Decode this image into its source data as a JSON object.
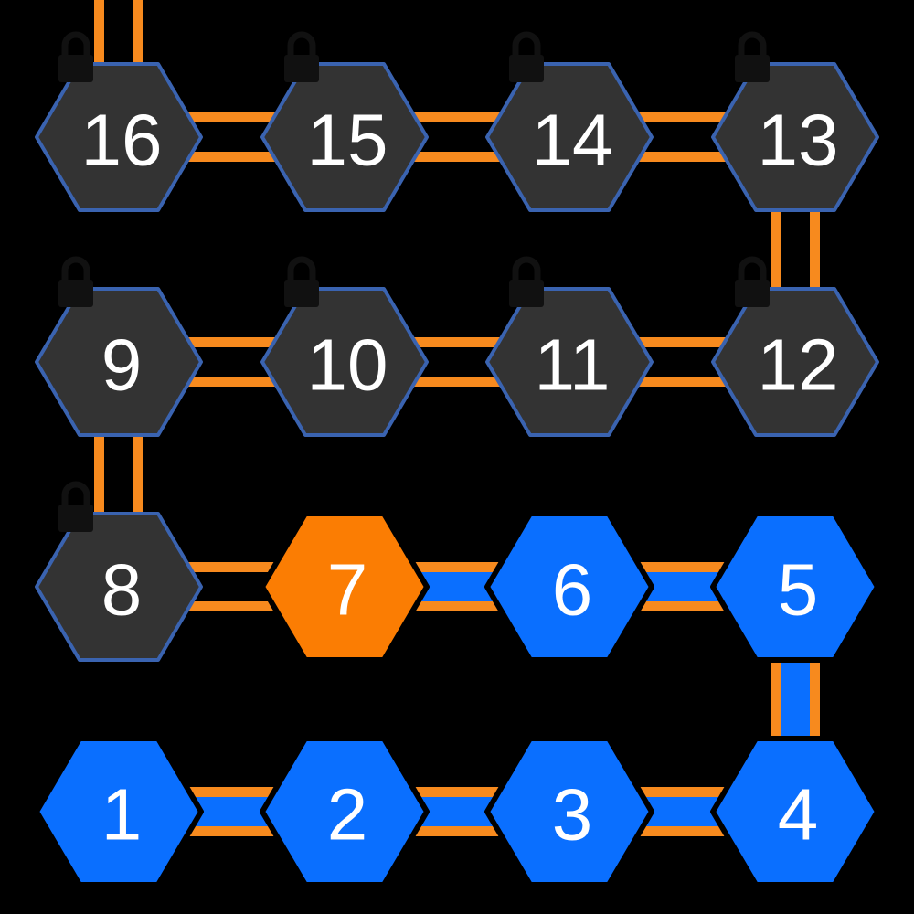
{
  "colors": {
    "background": "#000000",
    "connector_rail": "#f78a1e",
    "connector_fill_completed": "#0a6fff",
    "completed_fill": "#0a6fff",
    "current_fill": "#fb7d03",
    "locked_fill": "#333333",
    "locked_border": "#3a63b0",
    "label": "#ffffff",
    "lock_icon": "#111111"
  },
  "levels": [
    {
      "id": "level-1",
      "label": "1",
      "state": "completed"
    },
    {
      "id": "level-2",
      "label": "2",
      "state": "completed"
    },
    {
      "id": "level-3",
      "label": "3",
      "state": "completed"
    },
    {
      "id": "level-4",
      "label": "4",
      "state": "completed"
    },
    {
      "id": "level-5",
      "label": "5",
      "state": "completed"
    },
    {
      "id": "level-6",
      "label": "6",
      "state": "completed"
    },
    {
      "id": "level-7",
      "label": "7",
      "state": "current"
    },
    {
      "id": "level-8",
      "label": "8",
      "state": "locked",
      "icon": "padlock-icon"
    },
    {
      "id": "level-9",
      "label": "9",
      "state": "locked",
      "icon": "padlock-icon"
    },
    {
      "id": "level-10",
      "label": "10",
      "state": "locked",
      "icon": "padlock-icon"
    },
    {
      "id": "level-11",
      "label": "11",
      "state": "locked",
      "icon": "padlock-icon"
    },
    {
      "id": "level-12",
      "label": "12",
      "state": "locked",
      "icon": "padlock-icon"
    },
    {
      "id": "level-13",
      "label": "13",
      "state": "locked",
      "icon": "padlock-icon"
    },
    {
      "id": "level-14",
      "label": "14",
      "state": "locked",
      "icon": "padlock-icon"
    },
    {
      "id": "level-15",
      "label": "15",
      "state": "locked",
      "icon": "padlock-icon"
    },
    {
      "id": "level-16",
      "label": "16",
      "state": "locked",
      "icon": "padlock-icon"
    }
  ],
  "connections": [
    {
      "from": "1",
      "to": "2",
      "completed": true
    },
    {
      "from": "2",
      "to": "3",
      "completed": true
    },
    {
      "from": "3",
      "to": "4",
      "completed": true
    },
    {
      "from": "4",
      "to": "5",
      "completed": true
    },
    {
      "from": "5",
      "to": "6",
      "completed": true
    },
    {
      "from": "6",
      "to": "7",
      "completed": true
    },
    {
      "from": "7",
      "to": "8",
      "completed": false
    },
    {
      "from": "8",
      "to": "9",
      "completed": false
    },
    {
      "from": "9",
      "to": "10",
      "completed": false
    },
    {
      "from": "10",
      "to": "11",
      "completed": false
    },
    {
      "from": "11",
      "to": "12",
      "completed": false
    },
    {
      "from": "12",
      "to": "13",
      "completed": false
    },
    {
      "from": "13",
      "to": "14",
      "completed": false
    },
    {
      "from": "14",
      "to": "15",
      "completed": false
    },
    {
      "from": "15",
      "to": "16",
      "completed": false
    },
    {
      "from": "16",
      "to": "next",
      "completed": false
    }
  ]
}
